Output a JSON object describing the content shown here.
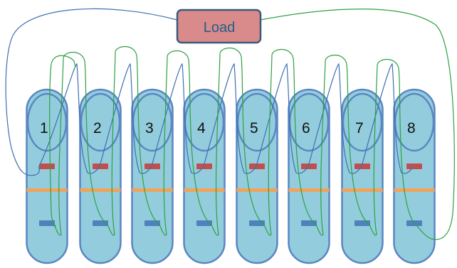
{
  "load_box": {
    "label": "Load",
    "fill_color": "#d98a8a",
    "border_color": "#3b5a7a"
  },
  "tube_style": {
    "body_color": "#93cddd",
    "border_color": "#5b86c2",
    "top_band_color": "#c0504d",
    "middle_line_color": "#f0a35a",
    "bottom_band_color": "#4f81bd"
  },
  "wire_colors": {
    "blue": "#3f6fb0",
    "green": "#2ea043"
  },
  "tubes": [
    {
      "number": "1"
    },
    {
      "number": "2"
    },
    {
      "number": "3"
    },
    {
      "number": "4"
    },
    {
      "number": "5"
    },
    {
      "number": "6"
    },
    {
      "number": "7"
    },
    {
      "number": "8"
    }
  ]
}
